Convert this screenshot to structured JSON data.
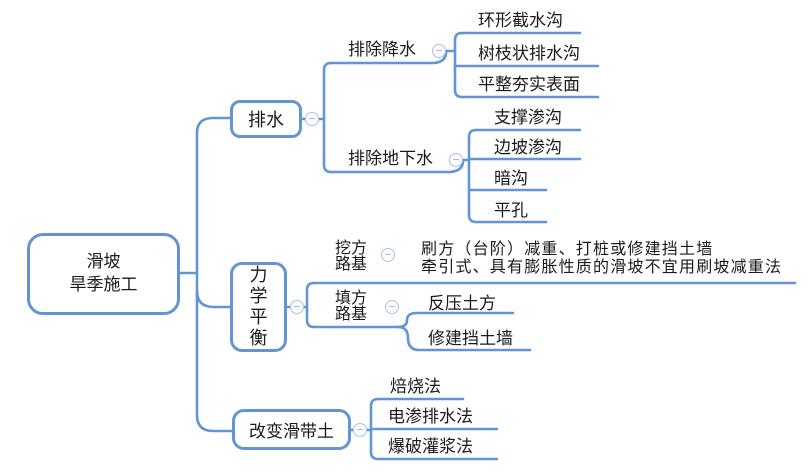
{
  "mindmap": {
    "root": {
      "label": "滑坡\n旱季施工"
    },
    "branches": [
      {
        "label": "排水",
        "children": [
          {
            "label": "排除降水",
            "children": [
              {
                "label": "环形截水沟"
              },
              {
                "label": "树枝状排水沟"
              },
              {
                "label": "平整夯实表面"
              }
            ]
          },
          {
            "label": "排除地下水",
            "children": [
              {
                "label": "支撑渗沟"
              },
              {
                "label": "边坡渗沟"
              },
              {
                "label": "暗沟"
              },
              {
                "label": "平孔"
              }
            ]
          }
        ]
      },
      {
        "label": "力学平衡",
        "children": [
          {
            "label": "挖方\n路基",
            "children": [
              {
                "label": "刷方（台阶）减重、打桩或修建挡土墙\n牵引式、具有膨胀性质的滑坡不宜用刷坡减重法"
              }
            ]
          },
          {
            "label": "填方\n路基",
            "children": [
              {
                "label": "反压土方"
              },
              {
                "label": "修建挡土墙"
              }
            ]
          }
        ]
      },
      {
        "label": "改变滑带土",
        "children": [
          {
            "label": "焙烧法"
          },
          {
            "label": "电渗排水法"
          },
          {
            "label": "爆破灌浆法"
          }
        ]
      }
    ],
    "colors": {
      "line": "#6494d4",
      "text": "#1a1a1a",
      "collapse_border": "#aabfe2",
      "collapse_glyph": "#a3badf",
      "background": "#ffffff"
    }
  }
}
